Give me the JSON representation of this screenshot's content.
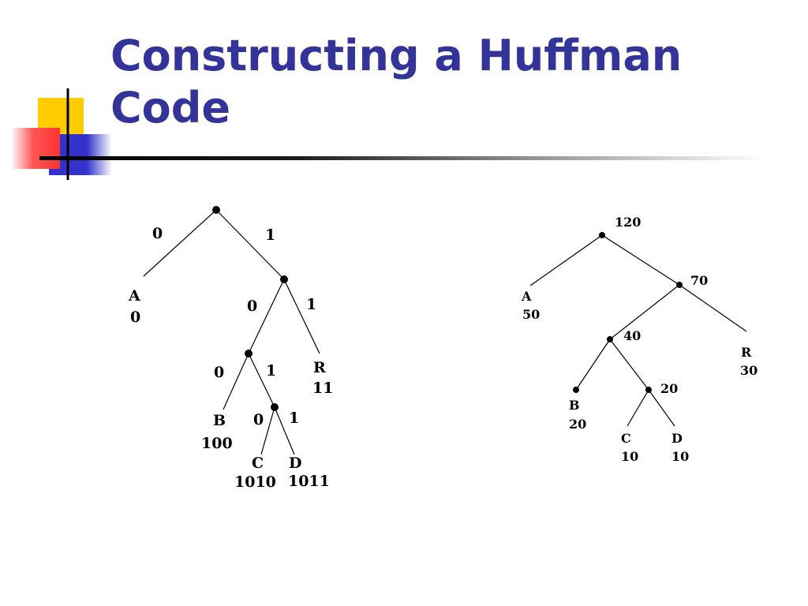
{
  "slide": {
    "title": "Constructing a Huffman Code"
  },
  "code_tree": {
    "edge_labels": [
      "0",
      "1",
      "0",
      "1",
      "0",
      "1",
      "0",
      "1"
    ],
    "leaves": [
      {
        "symbol": "A",
        "code": "0"
      },
      {
        "symbol": "R",
        "code": "11"
      },
      {
        "symbol": "B",
        "code": "100"
      },
      {
        "symbol": "C",
        "code": "1010"
      },
      {
        "symbol": "D",
        "code": "1011"
      }
    ]
  },
  "weight_tree": {
    "internal_weights": [
      "120",
      "70",
      "40",
      "20"
    ],
    "leaves": [
      {
        "symbol": "A",
        "weight": "50"
      },
      {
        "symbol": "R",
        "weight": "30"
      },
      {
        "symbol": "B",
        "weight": "20"
      },
      {
        "symbol": "C",
        "weight": "10"
      },
      {
        "symbol": "D",
        "weight": "10"
      }
    ]
  },
  "colors": {
    "title": "#333399",
    "deco_yellow": "#ffcc00",
    "deco_blue": "#3333cc",
    "deco_red": "#ff3333"
  }
}
